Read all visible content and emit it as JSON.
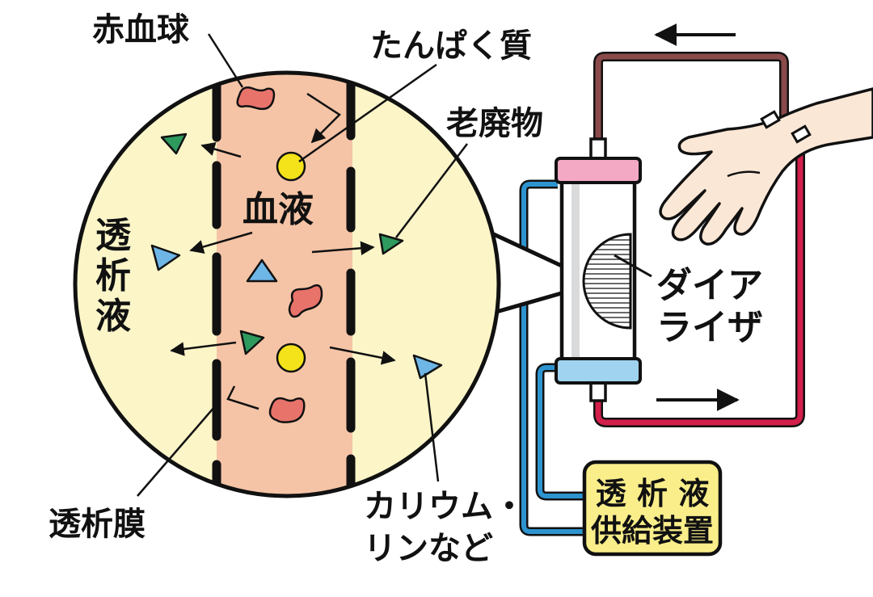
{
  "labels": {
    "red_blood_cell": "赤血球",
    "protein": "たんぱく質",
    "waste": "老廃物",
    "blood": "血液",
    "dialysate": [
      "透",
      "析",
      "液"
    ],
    "membrane": "透析膜",
    "minerals_line1": "カリウム・",
    "minerals_line2": "リンなど",
    "dialyzer_line1": "ダイア",
    "dialyzer_line2": "ライザ",
    "supply_line1": "透 析 液",
    "supply_line2": "供給装置"
  },
  "colors": {
    "dialysate_fill": "#fbf5c8",
    "blood_band": "#f5c4a6",
    "red_cell": "#e8736b",
    "protein": "#f4e21a",
    "waste_triangle": "#2e9a5e",
    "mineral_triangle": "#6eb6e6",
    "tube_out": "#8a4a4a",
    "tube_in": "#d21f4b",
    "tube_dialysate": "#2e94cf",
    "cap_pink": "#f3a9c4",
    "cap_blue": "#9fd3f0",
    "supply_box": "#f9ee8a",
    "skin": "#fbe7d6"
  }
}
